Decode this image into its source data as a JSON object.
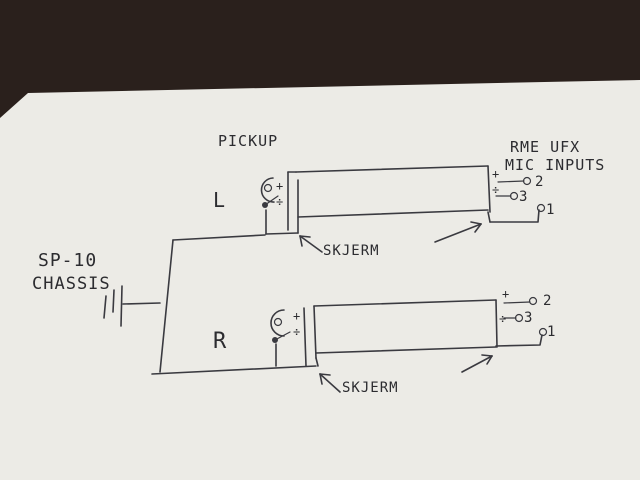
{
  "diagram": {
    "labels": {
      "pickup": "PICKUP",
      "rme_line1": "RME UFX",
      "rme_line2": "MIC INPUTS",
      "chassis_line1": "SP-10",
      "chassis_line2": "CHASSIS",
      "left_channel": "L",
      "right_channel": "R",
      "shield_top": "SKJERM",
      "shield_bottom": "SKJERM"
    },
    "left_cartridge": {
      "plus": "+",
      "minus": "÷"
    },
    "right_cartridge": {
      "plus": "+",
      "minus": "÷"
    },
    "left_xlr": {
      "plus": "+",
      "minus": "÷",
      "pin_hot": "2",
      "pin_cold": "3",
      "pin_ground": "1"
    },
    "right_xlr": {
      "plus": "+",
      "minus": "÷",
      "pin_hot": "2",
      "pin_cold": "3",
      "pin_ground": "1"
    }
  },
  "colors": {
    "paper": "#ecebe6",
    "ink": "#3a3a40",
    "background": "#2a201c"
  }
}
